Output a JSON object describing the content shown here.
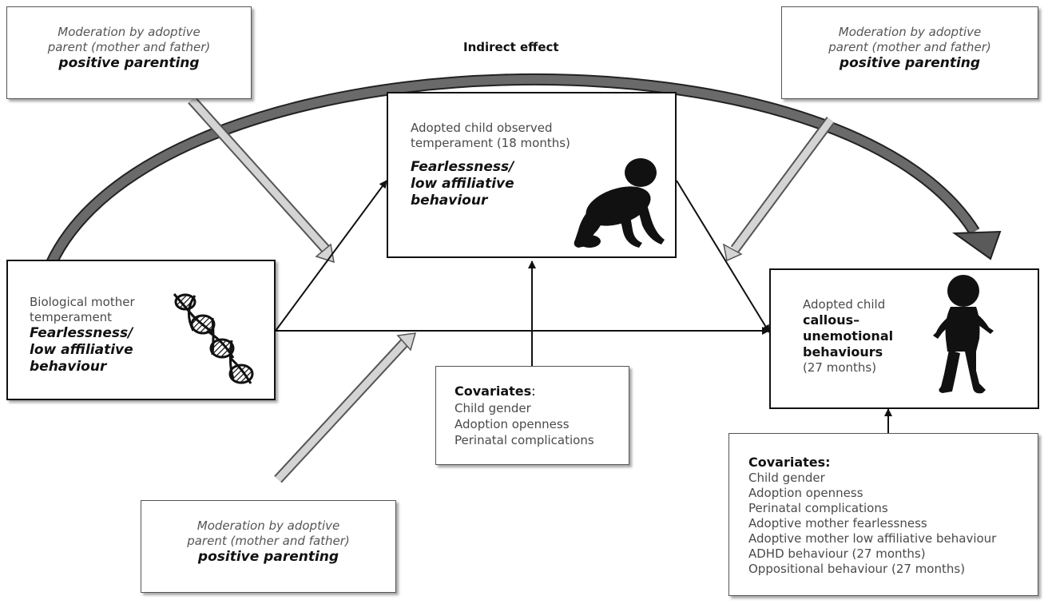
{
  "indirect_effect_label": "Indirect effect",
  "moderator": {
    "line1": "Moderation by adoptive",
    "line2": "parent (mother and father)",
    "emphasis": "positive parenting"
  },
  "bio_mother": {
    "line1": "Biological mother",
    "line2": "temperament",
    "em1": "Fearlessness/",
    "em2": "low affiliative",
    "em3": "behaviour"
  },
  "child_18": {
    "line1": "Adopted child observed",
    "line2": "temperament (18 months)",
    "em1": "Fearlessness/",
    "em2": "low affiliative",
    "em3": "behaviour"
  },
  "child_27": {
    "line1": "Adopted child",
    "em1": "callous–",
    "em2": "unemotional",
    "em3": "behaviours",
    "line2": "(27 months)"
  },
  "covariates_middle": {
    "title": "Covariates",
    "colon": ":",
    "items": [
      "Child gender",
      "Adoption openness",
      "Perinatal complications"
    ]
  },
  "covariates_right": {
    "title": "Covariates:",
    "items": [
      "Child gender",
      "Adoption openness",
      "Perinatal complications",
      "Adoptive mother fearlessness",
      "Adoptive mother low affiliative behaviour",
      "ADHD behaviour (27 months)",
      "Oppositional behaviour (27 months)"
    ]
  },
  "colors": {
    "curve": "#5a5a5a",
    "moderation_arrow": "#cfcfcf",
    "line": "#111111"
  },
  "icons": [
    "dna-icon",
    "crawling-baby-icon",
    "walking-toddler-icon"
  ]
}
